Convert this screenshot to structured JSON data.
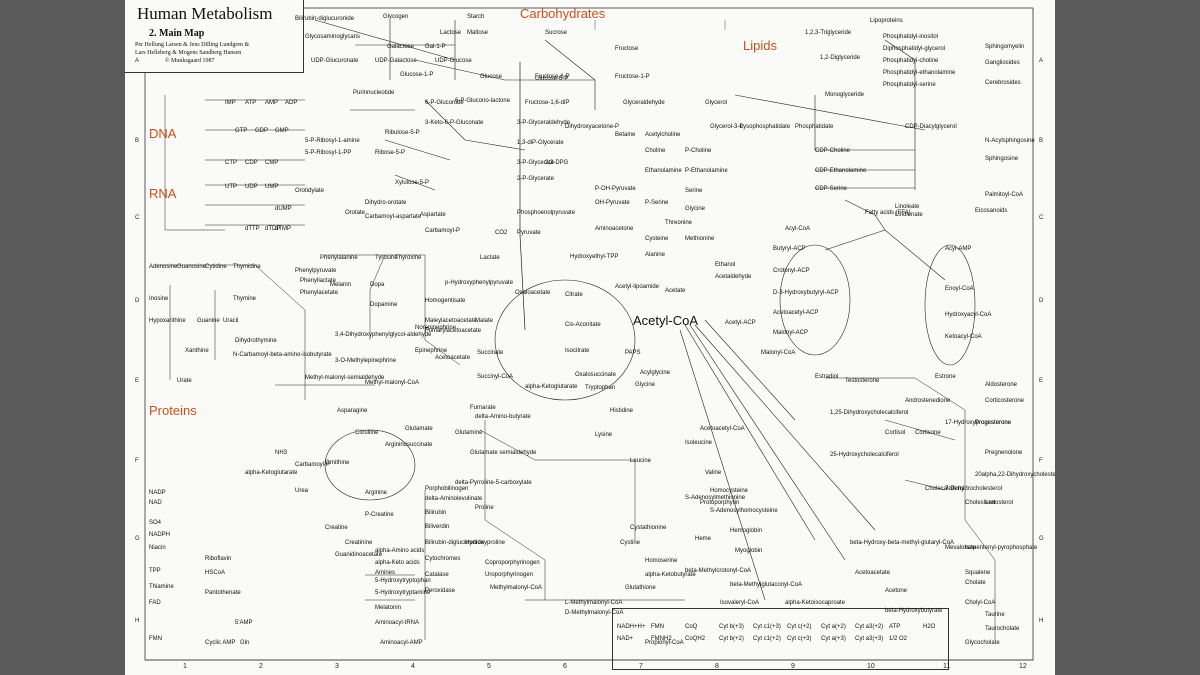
{
  "title": "Human Metabolism",
  "subtitle": "2. Main Map",
  "authors": [
    "Per Hellung Larsen & Jens Dilling Lundgren &",
    "Lars Helleberg & Mogens Sandberg Hansen",
    "© Munksgaard 1987"
  ],
  "sections": {
    "carbohydrates": "Carbohydrates",
    "lipids": "Lipids",
    "dna": "DNA",
    "rna": "RNA",
    "proteins": "Proteins"
  },
  "hub": "Acetyl-CoA",
  "row_letters": [
    "A",
    "B",
    "C",
    "D",
    "E",
    "F",
    "G",
    "H"
  ],
  "col_numbers": [
    "1",
    "2",
    "3",
    "4",
    "5",
    "6",
    "7",
    "8",
    "9",
    "10",
    "11",
    "12"
  ],
  "metabolites": [
    "Bilirubin-diglucuronide",
    "Glycogen",
    "Starch",
    "Lactose",
    "Maltose",
    "Galactose",
    "Gal-1-P",
    "UDP-Galactose",
    "UDP-Glucuronate",
    "UDP-Glucose",
    "Glucose-1-P",
    "Glycosaminoglycans",
    "Glucose",
    "Glucose-6-P",
    "Sucrose",
    "Fructose",
    "Fructose-6-P",
    "Fructose-1-P",
    "Fructose-1,6-diP",
    "Glyceraldehyde",
    "Glycerol",
    "Dihydroxyacetone-P",
    "Glycerol-3-P",
    "Lysophosphatidate",
    "Phosphatidate",
    "1,2-Diglyceride",
    "1,2,3-Triglyceride",
    "Monoglyceride",
    "Lipoproteins",
    "Phosphatidyl-inositol",
    "Diphosphatidyl-glycerol",
    "Phosphatidyl-choline",
    "Phosphatidyl-ethanolamine",
    "Phosphatidyl-serine",
    "Sphingomyelin",
    "Gangliosides",
    "Cerebrosides",
    "CDP-Diacylglycerol",
    "CDP-Choline",
    "CDP-Ethanolamine",
    "CDP-Serine",
    "N-Acylsphingosine",
    "Sphingosine",
    "Palmitoyl-CoA",
    "Acetylcholine",
    "Choline",
    "Betaine",
    "P-Choline",
    "P-Ethanolamine",
    "Ethanolamine",
    "Serine",
    "P-Serine",
    "Glycine",
    "Threonine",
    "3-P-Glyceraldehyde",
    "1,3-diP-Glycerate",
    "2,3-DPG",
    "3-P-Glycerate",
    "2-P-Glycerate",
    "P-OH-Pyruvate",
    "OH-Pyruvate",
    "Phosphoenolpyruvate",
    "Pyruvate",
    "Aminoacetone",
    "Cysteine",
    "Methionine",
    "Alanine",
    "Lactate",
    "Hydroxyethyl-TPP",
    "Acetyl-lipoamide",
    "Ethanol",
    "Acetaldehyde",
    "Acetate",
    "Oxaloacetate",
    "Citrate",
    "Cis-Aconitate",
    "Isocitrate",
    "Oxalosuccinate",
    "alpha-Ketoglutarate",
    "Succinyl-CoA",
    "Succinate",
    "Fumarate",
    "Malate",
    "Acyl-CoA",
    "Fatty acids (FFA)",
    "Linoleate",
    "Linolenate",
    "Eicosanoids",
    "Butyryl-ACP",
    "Crotonyl-ACP",
    "D-3-Hydroxybutyryl-ACP",
    "Acetoacetyl-ACP",
    "Acetyl-ACP",
    "Malonyl-ACP",
    "Malonyl-CoA",
    "Acyl-AMP",
    "Enoyl-CoA",
    "Hydroxyacyl-CoA",
    "Ketoacyl-CoA",
    "Propionyl-CoA",
    "Methylmalonyl-CoA",
    "Acetoacetyl-CoA",
    "beta-Hydroxy-beta-methyl-glutaryl-CoA",
    "Mevalonate",
    "Isopentenyl-pyrophosphate",
    "Squalene",
    "Cholesterol",
    "Lanosterol",
    "7-Dehydrocholesterol",
    "Cholecalciferol",
    "25-Hydroxycholecalciferol",
    "1,25-Dihydroxycholecalciferol",
    "Estradiol",
    "Estrone",
    "Testosterone",
    "Androstenedione",
    "17-Hydroxyprogesterone",
    "Progesterone",
    "Pregnenolone",
    "20alpha,22-Dihydroxycholesterol",
    "Cortisol",
    "Cortisone",
    "Aldosterone",
    "Corticosterone",
    "Cholate",
    "Cholyl-CoA",
    "Taurine",
    "Taurocholate",
    "Glycocholate",
    "Acetoacetate",
    "Acetone",
    "beta-Hydroxybutyrate",
    "Phenylalanine",
    "Tyrosine",
    "Thyroxine",
    "Phenylpyruvate",
    "Phenyllactate",
    "Phenylacetate",
    "p-Hydroxyphenylpyruvate",
    "Homogentisate",
    "Dopa",
    "Dopamine",
    "Norepinephrine",
    "Epinephrine",
    "Melanin",
    "Maleylacetoacetate",
    "Fumarylacetoacetate",
    "3,4-Dihydroxyphenylglycol-aldehyde",
    "3-O-Methylepinephrine",
    "Acetoacetate",
    "Adenosine",
    "Guanosine",
    "Cytidine",
    "Thymidine",
    "Inosine",
    "Hypoxanthine",
    "Guanine",
    "Uracil",
    "Thymine",
    "Xanthine",
    "Urate",
    "Dihydrothymine",
    "N-Carbamoyl-beta-amino-isobutyrate",
    "Methyl-malonyl-semialdehyde",
    "Methyl-malonyl-CoA",
    "IMP",
    "AMP",
    "ADP",
    "ATP",
    "GMP",
    "GDP",
    "GTP",
    "CMP",
    "CDP",
    "CTP",
    "UMP",
    "UDP",
    "UTP",
    "dUMP",
    "dTMP",
    "dTDP",
    "dTTP",
    "5-P-Ribosyl-1-amine",
    "5-P-Ribosyl-1-PP",
    "Ribose-5-P",
    "Ribulose-5-P",
    "Xylulose-5-P",
    "6-P-Gluconate",
    "6-P-Glucono-lactone",
    "3-Keto-6-P-Gluconate",
    "Purinnucleotide",
    "Orotidylate",
    "Orotate",
    "Dihydro-orotate",
    "Carbamoyl-aspartate",
    "Aspartate",
    "Carbamoyl-P",
    "CO2",
    "Asparagine",
    "Citrulline",
    "Ornithine",
    "Arginine",
    "Argininosuccinate",
    "Urea",
    "Carbamoyl-P",
    "NH3",
    "alpha-Ketoglutarate",
    "Glutamate",
    "Glutamine",
    "Glutamate semialdehyde",
    "delta-Pyrroline-5-carboxylate",
    "Proline",
    "Hydroxyproline",
    "Creatine",
    "Creatinine",
    "P-Creatine",
    "Guanidinoacetate",
    "delta-Amino-butyrate",
    "Histidine",
    "Tryptophan",
    "Lysine",
    "Leucine",
    "Isoleucine",
    "Valine",
    "Homocysteine",
    "S-Adenosylhomocysteine",
    "S-Adenosylmethionine",
    "Cystathionine",
    "Cystine",
    "Glutathione",
    "Homoserine",
    "alpha-Ketobutyrate",
    "beta-Methylcrotonyl-CoA",
    "beta-Methylglutaconyl-CoA",
    "Isovaleryl-CoA",
    "alpha-Ketoisocaproate",
    "L-Methylmalonyl-CoA",
    "D-Methylmalonyl-CoA",
    "Hemoglobin",
    "Myoglobin",
    "Heme",
    "Protoporphyrin",
    "Coproporphyrinogen",
    "Uroporphyrinogen",
    "Porphobilinogen",
    "delta-Aminolevulinate",
    "Bilirubin",
    "Biliverdin",
    "Bilirubin-diglucuronide",
    "Cytochromes",
    "Catalase",
    "Peroxidase",
    "5-Hydroxytryptophan",
    "5-Hydroxytryptamine",
    "Melatonin",
    "Aminoacyl-tRNA",
    "Aminoacyl-AMP",
    "alpha-Amino acids",
    "alpha-Keto acids",
    "Amines",
    "Acylglycine",
    "Glycine",
    "PAPS",
    "SO4",
    "NADPH",
    "NADP",
    "NAD",
    "Niacin",
    "TPP",
    "Thiamine",
    "FAD",
    "FMN",
    "Riboflavin",
    "HSCoA",
    "Pantothenate",
    "Cyclic AMP",
    "5'AMP",
    "Gln"
  ],
  "resp_chain": [
    "NADH+H+",
    "NAD+",
    "FMN",
    "FMNH2",
    "CoQ",
    "CoQH2",
    "Cyt b(+3)",
    "Cyt b(+2)",
    "Cyt c1(+3)",
    "Cyt c1(+2)",
    "Cyt c(+2)",
    "Cyt c(+3)",
    "Cyt a(+2)",
    "Cyt a(+3)",
    "Cyt a3(+2)",
    "Cyt a3(+3)",
    "ATP",
    "1/2 O2",
    "H2O"
  ]
}
